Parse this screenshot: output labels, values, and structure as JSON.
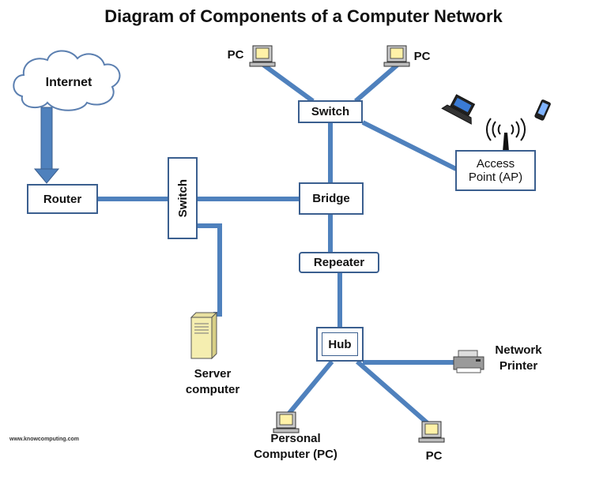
{
  "title": "Diagram of Components of a Computer Network",
  "cloud": {
    "label": "Internet"
  },
  "nodes": {
    "router": "Router",
    "switch_vertical": "Switch",
    "switch_top": "Switch",
    "bridge": "Bridge",
    "repeater": "Repeater",
    "hub": "Hub",
    "access_point": [
      "Access",
      "Point (AP)"
    ]
  },
  "labels": {
    "pc_top_left": "PC",
    "pc_top_right": "PC",
    "server": [
      "Server",
      "computer"
    ],
    "network_printer": [
      "Network",
      "Printer"
    ],
    "personal_computer": [
      "Personal",
      "Computer (PC)"
    ],
    "pc_bottom_right": "PC"
  },
  "footer": "www.knowcomputing.com",
  "colors": {
    "link": "#4f81bd",
    "border": "#3b5f8f",
    "cloud_border": "#5b7fb0"
  },
  "icons": [
    "cloud-icon",
    "pc-icon",
    "laptop-icon",
    "smartphone-icon",
    "wifi-antenna-icon",
    "server-icon",
    "printer-icon"
  ]
}
